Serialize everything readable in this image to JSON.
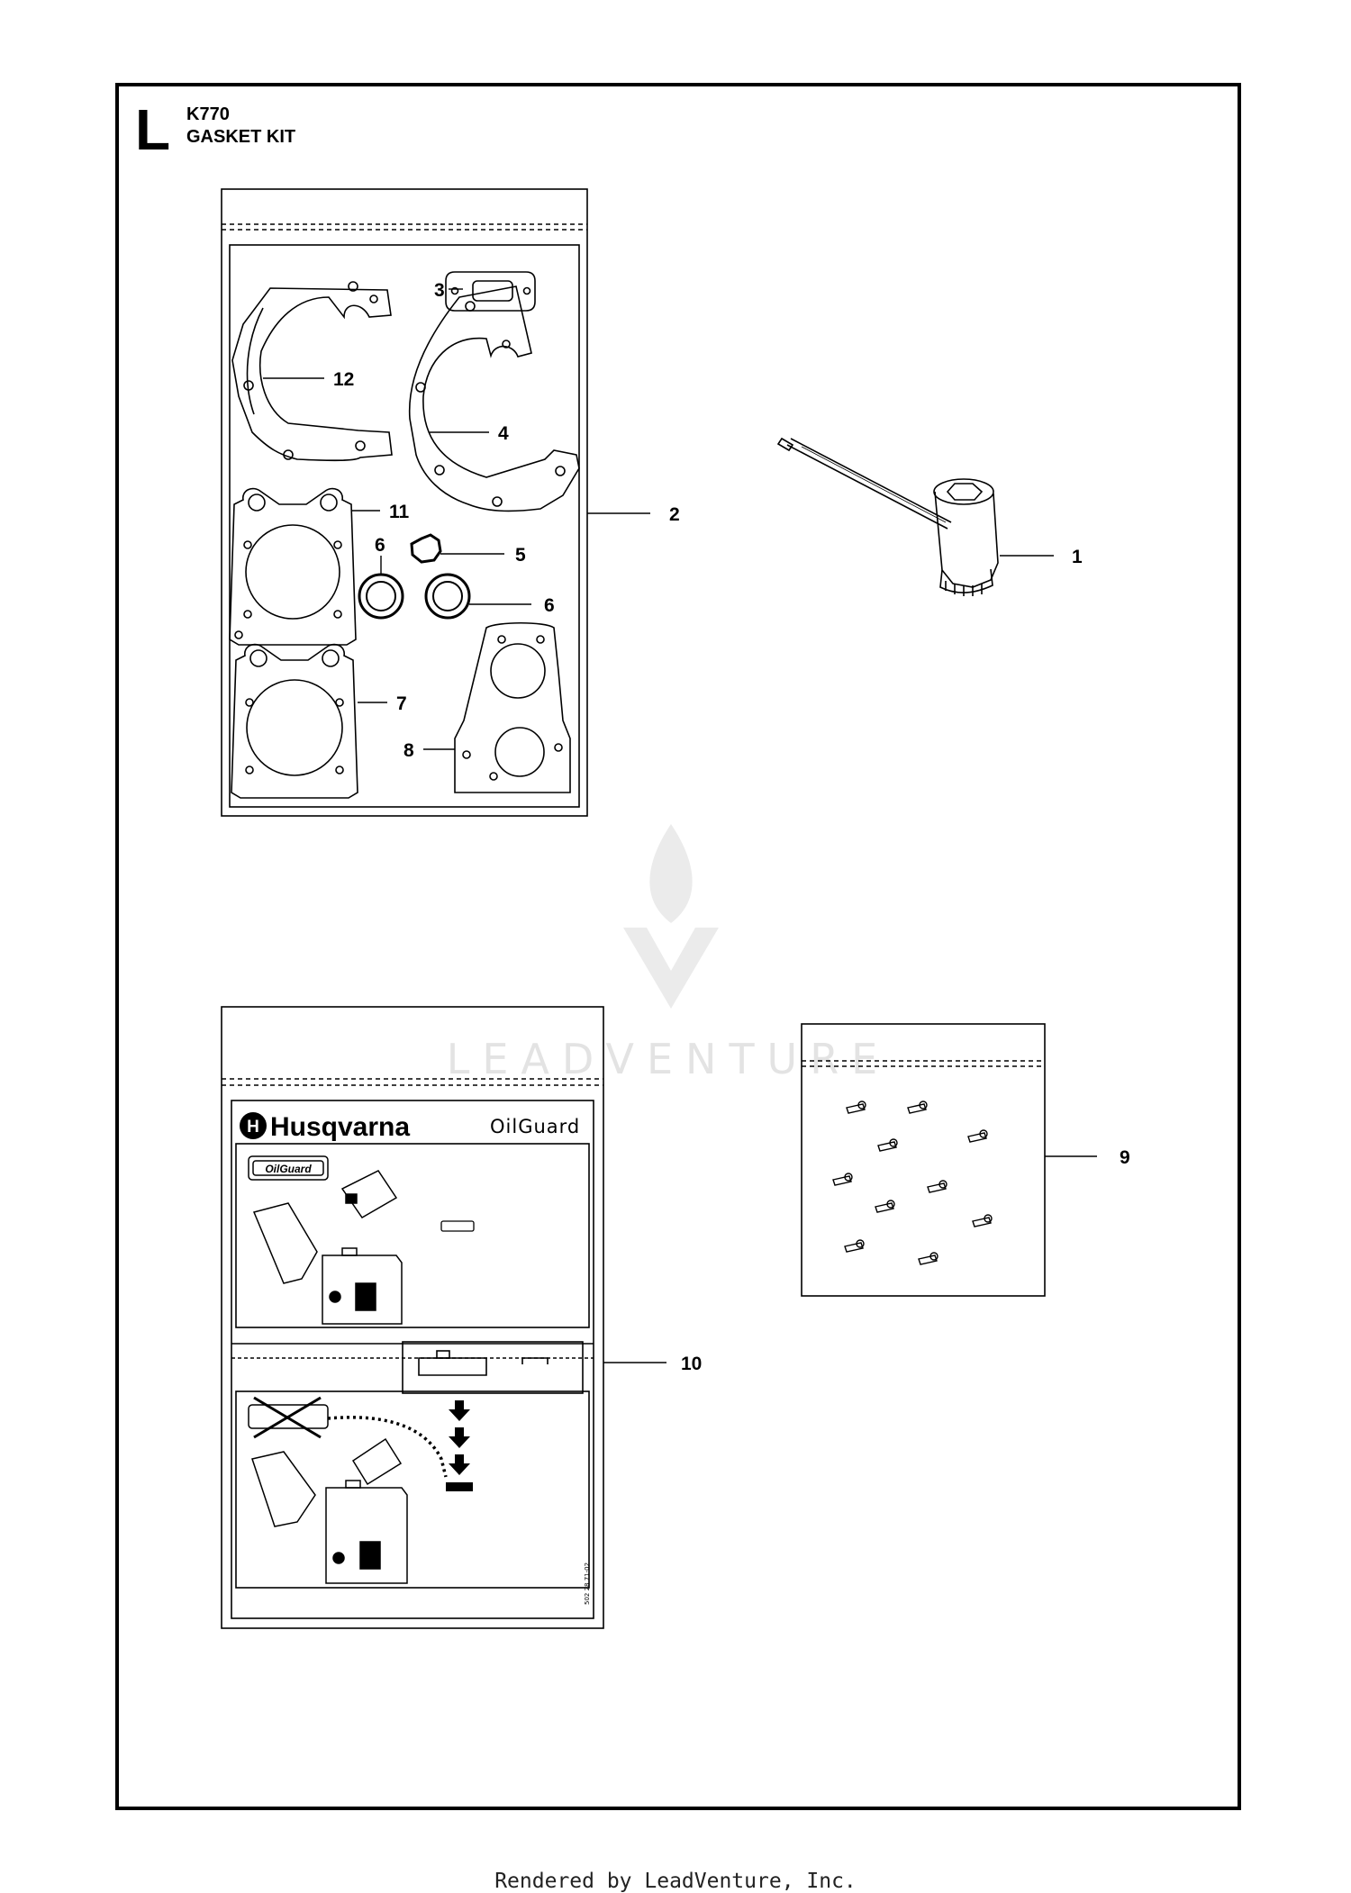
{
  "header": {
    "section_letter": "L",
    "model": "K770",
    "kit_title": "GASKET KIT"
  },
  "watermark": {
    "text": "LEADVENTURE"
  },
  "oil_card": {
    "brand": "Husqvarna",
    "product": "OilGuard",
    "badge": "OilGuard",
    "part_code": "502 28 71-02"
  },
  "callouts": [
    {
      "id": 1,
      "label": "1"
    },
    {
      "id": 2,
      "label": "2"
    },
    {
      "id": 3,
      "label": "3"
    },
    {
      "id": 4,
      "label": "4"
    },
    {
      "id": 5,
      "label": "5"
    },
    {
      "id": 6,
      "label": "6"
    },
    {
      "id": 7,
      "label": "6"
    },
    {
      "id": 8,
      "label": "7"
    },
    {
      "id": 9,
      "label": "8"
    },
    {
      "id": 10,
      "label": "9"
    },
    {
      "id": 11,
      "label": "10"
    },
    {
      "id": 12,
      "label": "11"
    },
    {
      "id": 13,
      "label": "12"
    }
  ],
  "footer": {
    "text": "Rendered by LeadVenture, Inc."
  }
}
